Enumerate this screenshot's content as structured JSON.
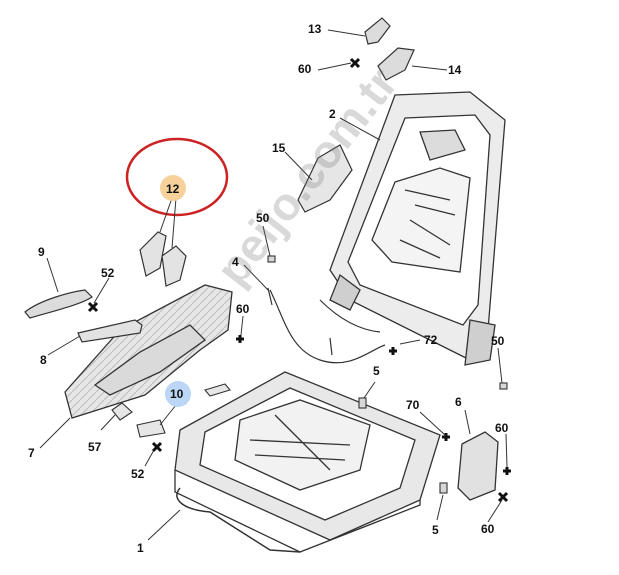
{
  "colors": {
    "line": "#333333",
    "part_fill": "#e9e9e9",
    "part_dark": "#c9c9c9",
    "highlight_circle": "#cc2222",
    "badge_orange": "#f7d19a",
    "badge_blue": "#bcd7f5"
  },
  "watermark": "peijo.com.tr",
  "labels": {
    "l1": "1",
    "l2": "2",
    "l4": "4",
    "l5": "5",
    "l7": "7",
    "l8": "8",
    "l9": "9",
    "l10": "10",
    "l12": "12",
    "l13": "13",
    "l14": "14",
    "l15": "15",
    "l50a": "50",
    "l50b": "50",
    "l52a": "52",
    "l52b": "52",
    "l57": "57",
    "l60a": "60",
    "l60b": "60",
    "l60c": "60",
    "l60d": "60",
    "l70": "70",
    "l72": "72",
    "l6": "6"
  }
}
